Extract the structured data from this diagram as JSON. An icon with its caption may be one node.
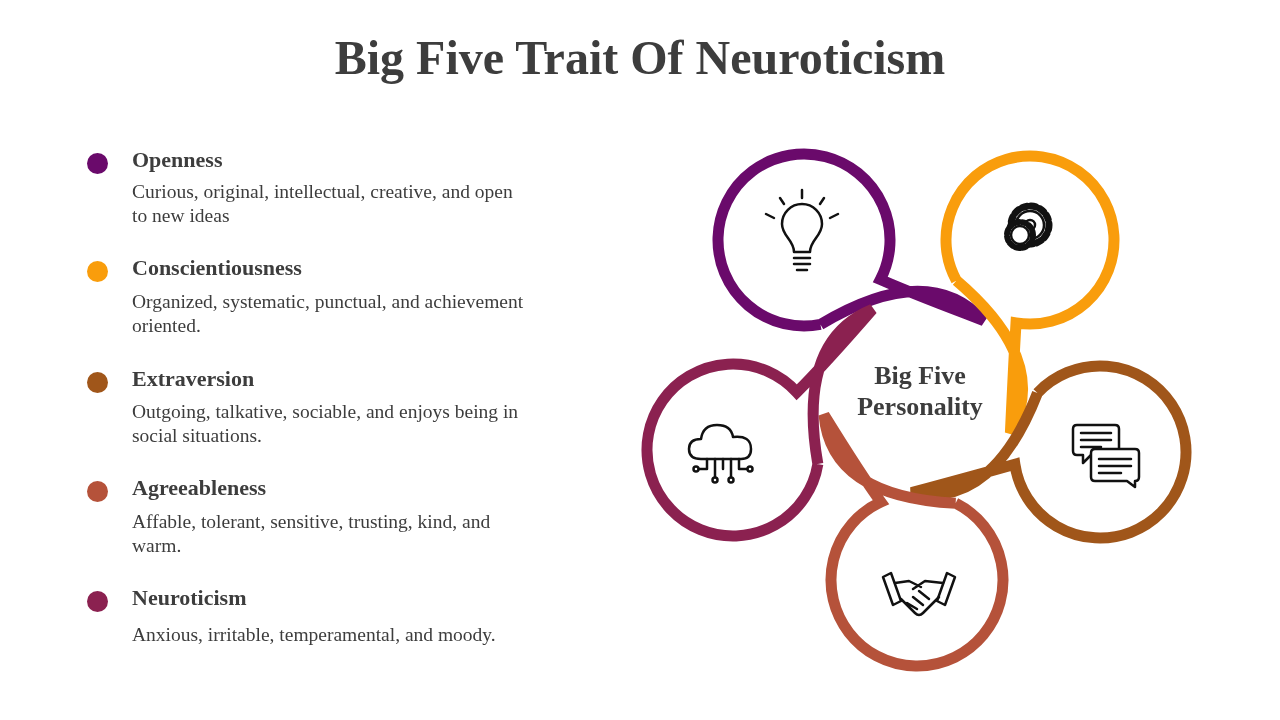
{
  "diagram": {
    "title": "Big Five Trait Of Neuroticism",
    "nodes": [
      {
        "text": [
          "Big Five Personality"
        ]
      }
    ],
    "edges": [],
    "legend": [
      {
        "text": "Openness",
        "color": "#6a0a6b"
      },
      {
        "text": "Conscientiousness",
        "color": "#f99d0c"
      },
      {
        "text": "Extraversion",
        "color": "#a0561a"
      },
      {
        "text": "Agreeableness",
        "color": "#b5523a"
      },
      {
        "text": "Neuroticism",
        "color": "#8b2150"
      }
    ],
    "labels": [
      "Curious, original, intellectual, creative, and open to new ideas",
      "Organized, systematic, punctual, and achievement oriented.",
      "Outgoing, talkative, sociable, and enjoys being in social situations.",
      "Affable, tolerant, sensitive, trusting, kind, and warm.",
      "Anxious, irritable, temperamental, and moody."
    ]
  }
}
